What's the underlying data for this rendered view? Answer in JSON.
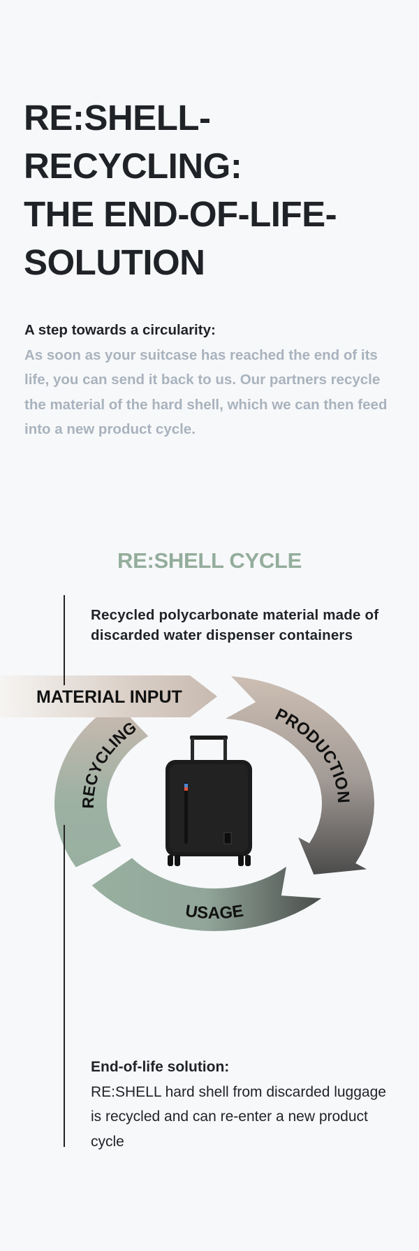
{
  "header": {
    "title_lines": [
      "RE:SHELL-",
      "RECYCLING:",
      "THE END-OF-LIFE-",
      "SOLUTION"
    ]
  },
  "intro": {
    "lead": "A step towards a circularity:",
    "body": "As soon as your suitcase has reached the end of its life, you can send it back to us. Our partners recycle the material of the hard shell, which we can then feed into a new product cycle."
  },
  "cycle": {
    "title": "RE:SHELL CYCLE",
    "material_note": "Recycled polycarbonate material made of discarded water dispenser containers",
    "stages": {
      "material_input": "MATERIAL INPUT",
      "production": "PRODUCTION",
      "usage": "USAGE",
      "recycling": "RECYCLING"
    },
    "end_of_life": {
      "lead": "End-of-life solution:",
      "body": "RE:SHELL hard shell from discarded luggage is recycled and can re-enter a new product cycle"
    },
    "colors": {
      "title_green": "#94ad9c",
      "beige": "#cbbdb2",
      "green": "#98b0a0",
      "dark": "#3c3c3c"
    }
  }
}
